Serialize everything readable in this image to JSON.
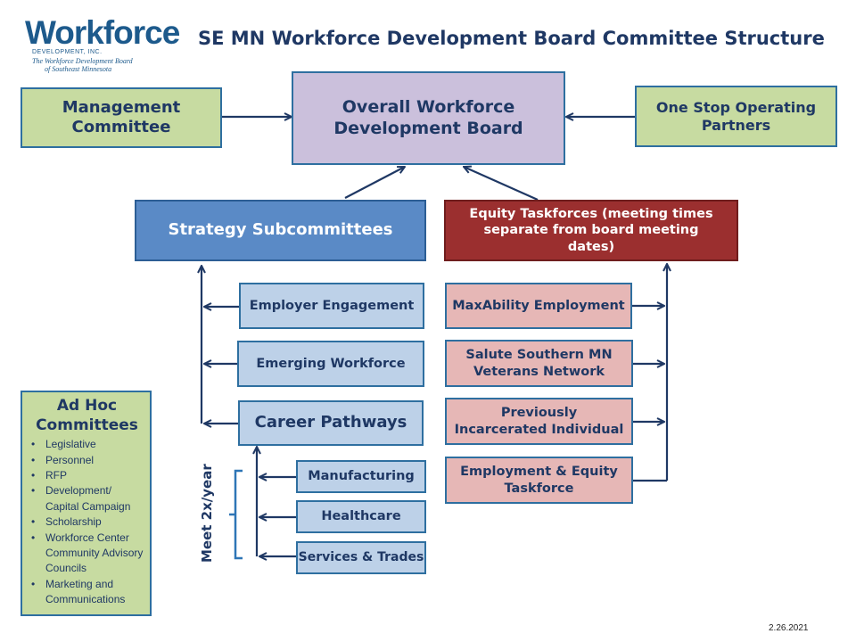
{
  "logo": {
    "word": "Workforce",
    "line1": "DEVELOPMENT, INC.",
    "line2": "The Workforce Development Board",
    "line3": "of Southeast Minnesota"
  },
  "title": "SE MN Workforce Development Board Committee Structure",
  "boxes": {
    "management": "Management Committee",
    "board": "Overall Workforce Development Board",
    "one_stop": "One Stop Operating Partners",
    "strategy": "Strategy Subcommittees",
    "equity": "Equity Taskforces (meeting times separate from board meeting dates)"
  },
  "strategy_items": [
    "Employer Engagement",
    "Emerging Workforce",
    "Career Pathways"
  ],
  "career_pathway_items": [
    "Manufacturing",
    "Healthcare",
    "Services & Trades"
  ],
  "equity_items": [
    "MaxAbility Employment",
    "Salute Southern MN Veterans Network",
    "Previously Incarcerated Individual",
    "Employment & Equity Taskforce"
  ],
  "meet_label": "Meet 2x/year",
  "adhoc": {
    "title": "Ad Hoc Committees",
    "items": [
      "Legislative",
      "Personnel",
      "RFP",
      "Development/ Capital Campaign",
      "Scholarship",
      "Workforce Center Community Advisory Councils",
      "Marketing and Communications"
    ]
  },
  "date": "2.26.2021",
  "colors": {
    "navy_text": "#1f3864",
    "connector": "#1f3864",
    "green": "#c7dba1",
    "lavender": "#cbc0dc",
    "strategy_blue": "#5a8ac6",
    "equity_red": "#9b2f2f",
    "light_blue": "#bdd1e8",
    "pink": "#e6b7b6",
    "bracket": "#2e75b6"
  }
}
